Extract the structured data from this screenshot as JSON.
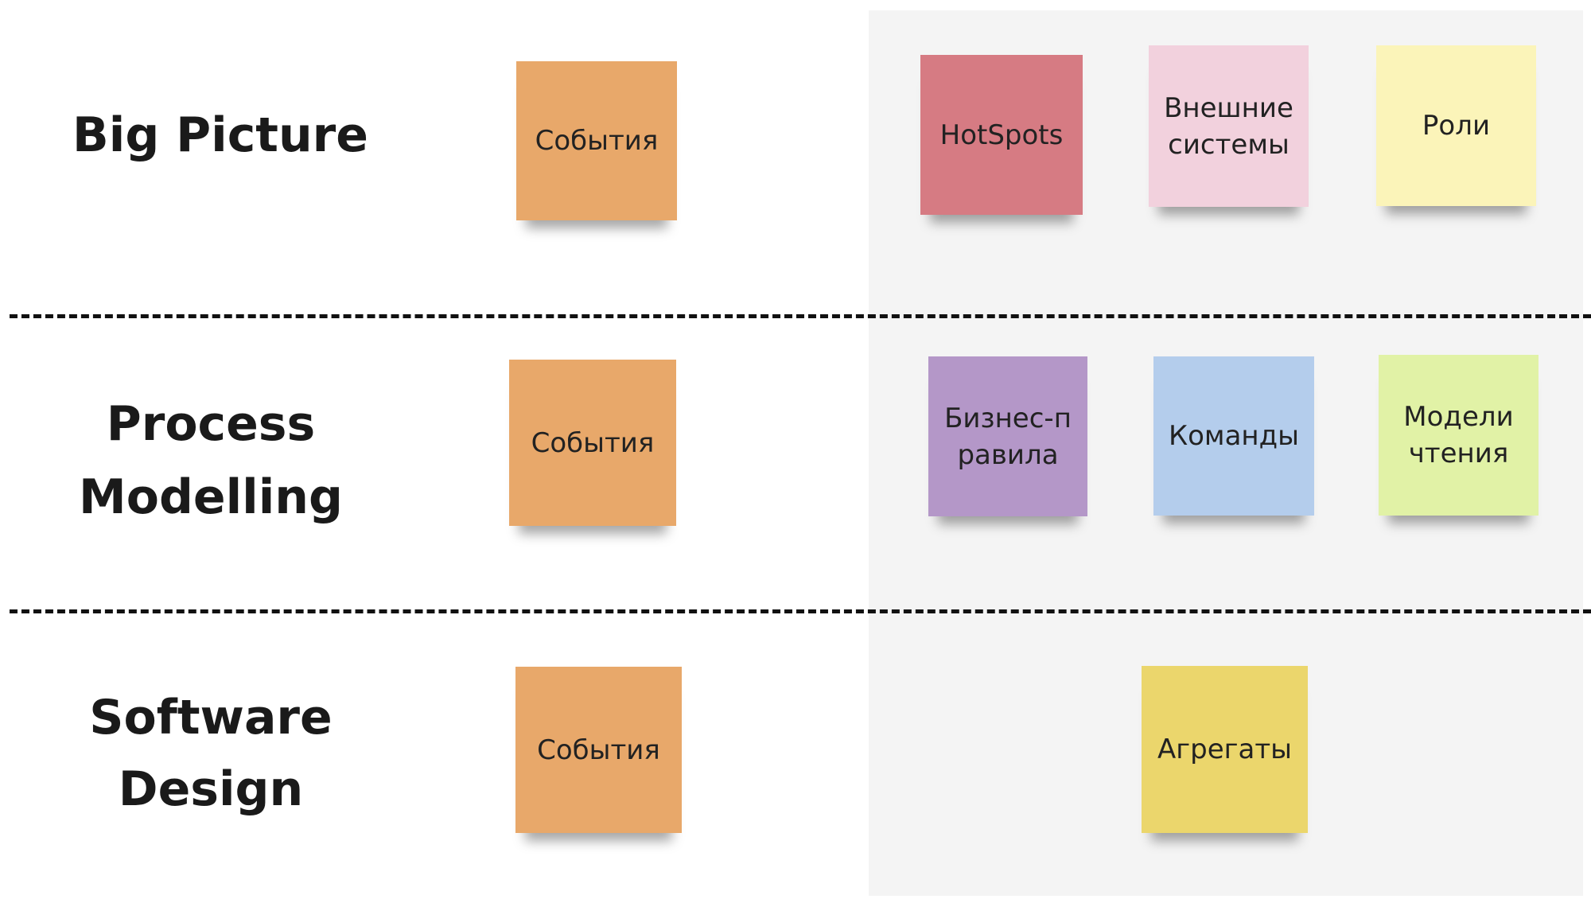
{
  "rows": [
    {
      "title": "Big Picture"
    },
    {
      "title_line1": "Process",
      "title_line2": "Modelling"
    },
    {
      "title_line1": "Software",
      "title_line2": "Design"
    }
  ],
  "stickies": {
    "events_1": {
      "text": "События",
      "color": "#e8a86a"
    },
    "events_2": {
      "text": "События",
      "color": "#e8a86a"
    },
    "events_3": {
      "text": "События",
      "color": "#e8a86a"
    },
    "hotspots": {
      "text": "HotSpots",
      "color": "#d67b83"
    },
    "external_systems": {
      "text": "Внешние системы",
      "color": "#f2d1dd"
    },
    "roles": {
      "text": "Роли",
      "color": "#fbf4b9"
    },
    "business_rules": {
      "text": "Бизнес-правила",
      "color": "#b497c8"
    },
    "commands": {
      "text": "Команды",
      "color": "#b4cdec"
    },
    "read_models": {
      "text": "Модели чтения",
      "color": "#e1f2a6"
    },
    "aggregates": {
      "text": "Агрегаты",
      "color": "#ebd66c"
    }
  }
}
